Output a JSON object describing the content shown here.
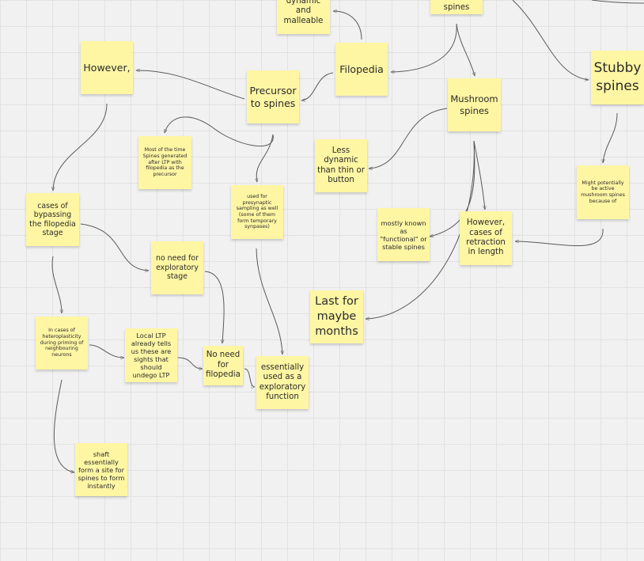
{
  "notes": {
    "dynamic_malleable": "dynamic and malleable",
    "spines_top": "spines",
    "however_left": "However,",
    "filopedia": "Filopedia",
    "precursor": "Precursor to spines",
    "mushroom": "Mushroom spines",
    "stubby": "Stubby spines",
    "most_of_time": "Most of the time Spines generated after LTP with filopedia as the precursor",
    "less_dynamic": "Less dynamic than thin or button",
    "might_active": "Might potentially be active mushroom spines because of",
    "cases_bypassing": "cases of bypassing the filopedia stage",
    "presynaptic": "used for presynaptic sampling as well (some of them form temporary synpases)",
    "mostly_known": "mostly known as \"functional\" or stable spines",
    "however_retraction": "However, cases of retraction in length",
    "no_need_exploratory": "no need for exploratory stage",
    "last_months": "Last for maybe months",
    "heteroplasticity": "In cases of heteroplasticity during priming of neighbouring neurons",
    "local_ltp": "Local LTP already tells us these are sights that should undego LTP",
    "no_need_filopedia": "No need for filopedia",
    "exploratory_function": "essentially used as a exploratory function",
    "shaft": "shaft essentially form a site for spines to form instantly"
  },
  "colors": {
    "note": "#fff6a3",
    "connector": "#5a5a5a",
    "grid": "#e2e2e2",
    "background": "#f1f1f1"
  }
}
